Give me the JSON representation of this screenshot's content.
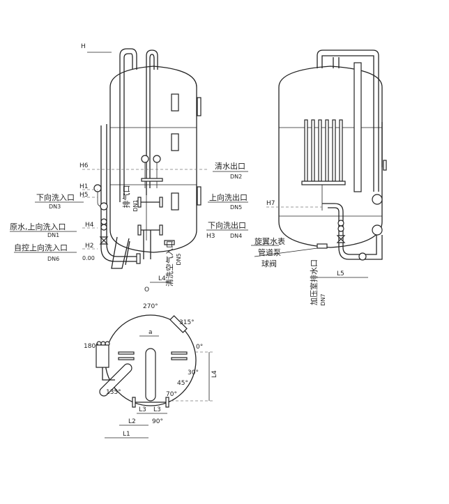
{
  "front_view": {
    "dims": {
      "H": "H",
      "H6": "H6",
      "H1": "H1",
      "H5": "H5",
      "H4": "H4",
      "H2": "H2",
      "zero": "0.00",
      "L4": "L4",
      "O": "O"
    },
    "left_labels": [
      {
        "name": "下向洗入口",
        "dn": "DN3"
      },
      {
        "name": "原水,上向洗入口",
        "dn": "DN1"
      },
      {
        "name": "自控上向洗入口",
        "dn": "DN6"
      }
    ],
    "vertical_labels": [
      {
        "name": "排气口",
        "dn": "DN1"
      },
      {
        "name": "清洗空气入口",
        "dn": "DN5"
      }
    ]
  },
  "side_view": {
    "right_labels": [
      {
        "name": "清水出口",
        "dn": "DN2"
      },
      {
        "name": "上向洗出口",
        "dn": "DN5"
      },
      {
        "name": "下向洗出口",
        "dn": "DN4"
      }
    ],
    "dims": {
      "H3": "H3",
      "H7": "H7",
      "L5": "L5"
    },
    "equipment": [
      "旋翼水表",
      "管道泵",
      "球阀"
    ],
    "drain": {
      "name": "加压室排水口",
      "dn": "DN7"
    }
  },
  "top_view": {
    "angles": [
      "270°",
      "315°",
      "180°",
      "0°",
      "30°",
      "45°",
      "135°",
      "70°",
      "90°"
    ],
    "dims": {
      "a": "a",
      "L4": "L4",
      "L3a": "L3",
      "L3b": "L3",
      "L2": "L2",
      "L1": "L1"
    }
  }
}
